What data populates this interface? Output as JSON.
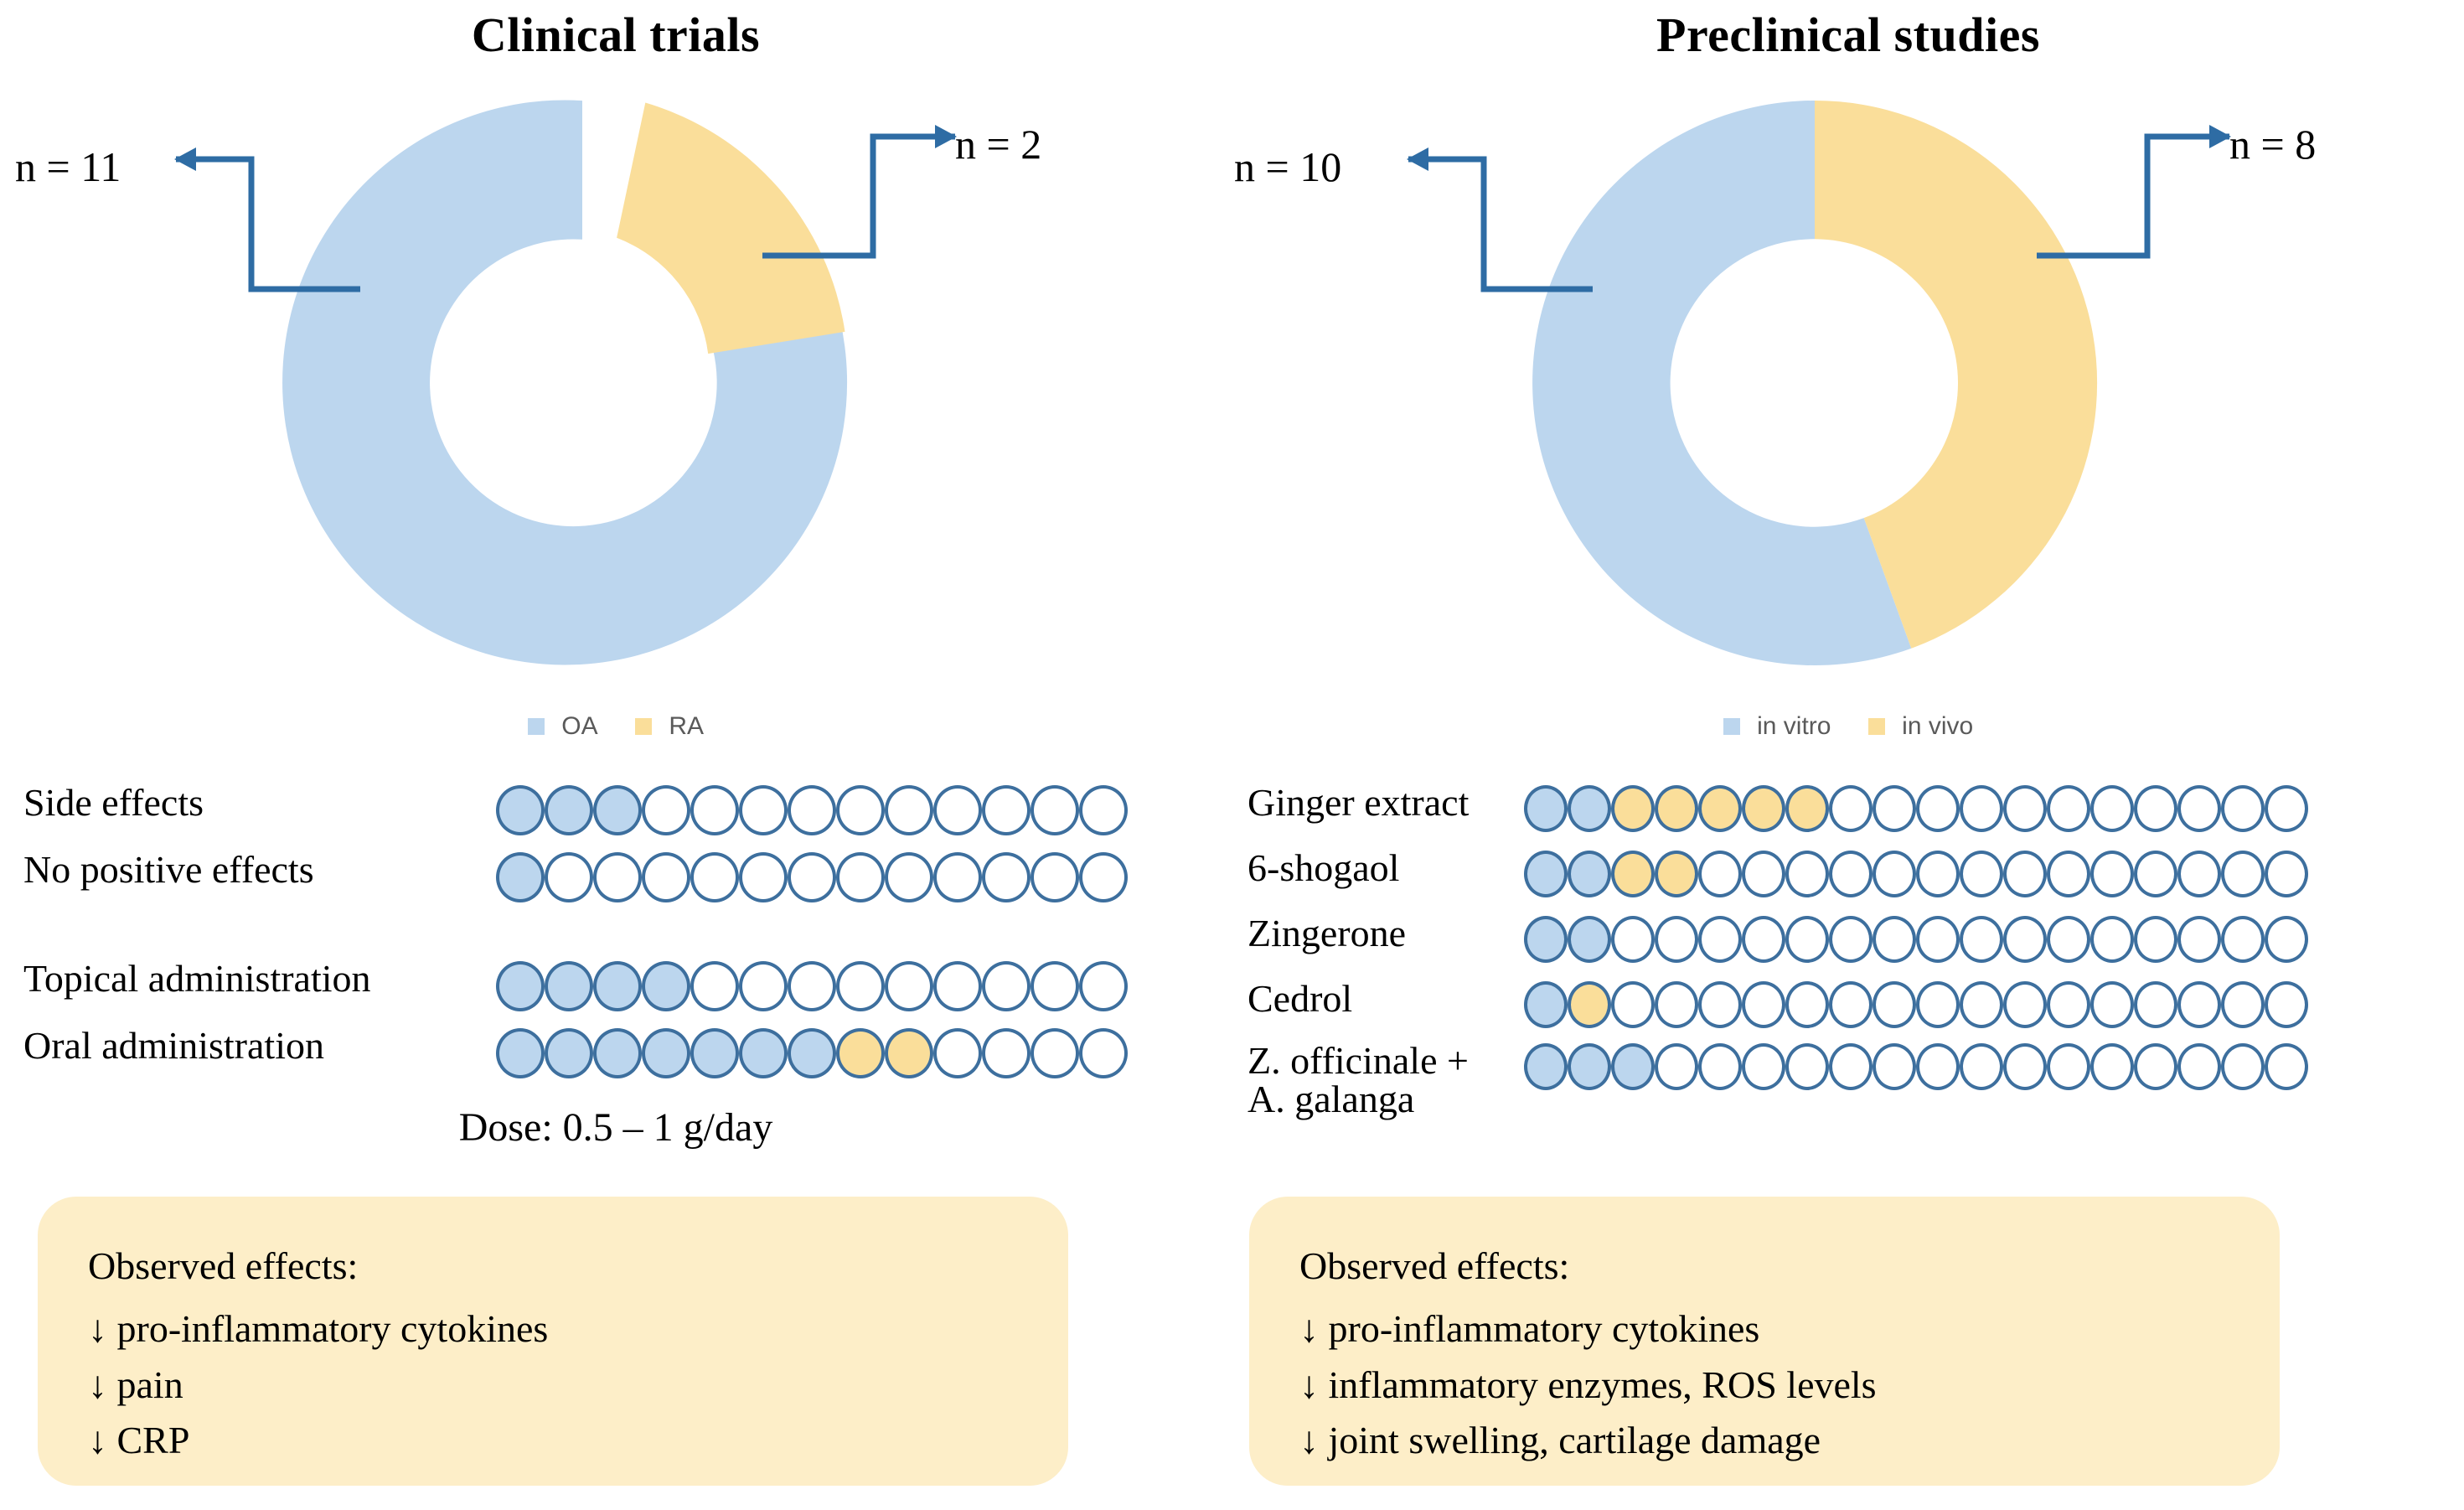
{
  "colors": {
    "blue_fill": "#bcd6ee",
    "yellow_fill": "#fade9a",
    "dot_stroke": "#3d6f9e",
    "arrow": "#2e6ca4",
    "box_bg": "#fdeec8",
    "legend_text": "#5a5a5a"
  },
  "panels": [
    {
      "id": "clinical",
      "title": "Clinical trials",
      "donut": {
        "callout_left": "n = 11",
        "callout_right": "n = 2",
        "legend": [
          {
            "label": "OA",
            "color": "#bcd6ee"
          },
          {
            "label": "RA",
            "color": "#fade9a"
          }
        ]
      },
      "rows": [
        {
          "label": "Side effects",
          "total": 13,
          "fills": [
            "blue",
            "blue",
            "blue",
            "none",
            "none",
            "none",
            "none",
            "none",
            "none",
            "none",
            "none",
            "none",
            "none"
          ]
        },
        {
          "label": "No positive effects",
          "total": 13,
          "fills": [
            "blue",
            "none",
            "none",
            "none",
            "none",
            "none",
            "none",
            "none",
            "none",
            "none",
            "none",
            "none",
            "none"
          ]
        },
        {
          "label": "Topical administration",
          "total": 13,
          "fills": [
            "blue",
            "blue",
            "blue",
            "blue",
            "none",
            "none",
            "none",
            "none",
            "none",
            "none",
            "none",
            "none",
            "none"
          ]
        },
        {
          "label": "Oral administration",
          "total": 13,
          "fills": [
            "blue",
            "blue",
            "blue",
            "blue",
            "blue",
            "blue",
            "blue",
            "yellow",
            "yellow",
            "none",
            "none",
            "none",
            "none"
          ]
        }
      ],
      "dose": "Dose: 0.5 – 1 g/day",
      "effects": {
        "title": "Observed effects:",
        "lines": [
          "↓ pro-inflammatory  cytokines",
          "↓ pain",
          "↓ CRP"
        ]
      }
    },
    {
      "id": "preclinical",
      "title": "Preclinical studies",
      "donut": {
        "callout_left": "n = 10",
        "callout_right": "n = 8",
        "legend": [
          {
            "label": "in vitro",
            "color": "#bcd6ee"
          },
          {
            "label": "in vivo",
            "color": "#fade9a"
          }
        ]
      },
      "rows": [
        {
          "label": "Ginger extract",
          "total": 18,
          "fills": [
            "blue",
            "blue",
            "yellow",
            "yellow",
            "yellow",
            "yellow",
            "yellow",
            "none",
            "none",
            "none",
            "none",
            "none",
            "none",
            "none",
            "none",
            "none",
            "none",
            "none"
          ]
        },
        {
          "label": "6-shogaol",
          "total": 18,
          "fills": [
            "blue",
            "blue",
            "yellow",
            "yellow",
            "none",
            "none",
            "none",
            "none",
            "none",
            "none",
            "none",
            "none",
            "none",
            "none",
            "none",
            "none",
            "none",
            "none"
          ]
        },
        {
          "label": "Zingerone",
          "total": 18,
          "fills": [
            "blue",
            "blue",
            "none",
            "none",
            "none",
            "none",
            "none",
            "none",
            "none",
            "none",
            "none",
            "none",
            "none",
            "none",
            "none",
            "none",
            "none",
            "none"
          ]
        },
        {
          "label": "Cedrol",
          "total": 18,
          "fills": [
            "blue",
            "yellow",
            "none",
            "none",
            "none",
            "none",
            "none",
            "none",
            "none",
            "none",
            "none",
            "none",
            "none",
            "none",
            "none",
            "none",
            "none",
            "none"
          ]
        },
        {
          "label": "Z. officinale +\nA. galanga",
          "total": 18,
          "fills": [
            "blue",
            "blue",
            "blue",
            "none",
            "none",
            "none",
            "none",
            "none",
            "none",
            "none",
            "none",
            "none",
            "none",
            "none",
            "none",
            "none",
            "none",
            "none"
          ]
        }
      ],
      "effects": {
        "title": "Observed effects:",
        "lines": [
          "↓ pro-inflammatory  cytokines",
          "↓ inflammatory  enzymes,  ROS levels",
          "↓ joint swelling, cartilage damage"
        ]
      }
    }
  ],
  "chart_data": [
    {
      "type": "pie",
      "title": "Clinical trials",
      "labels": [
        "OA",
        "RA"
      ],
      "values": [
        11,
        2
      ],
      "annotations": [
        "n = 11",
        "n = 2"
      ],
      "legend_position": "bottom",
      "donut": true
    },
    {
      "type": "pie",
      "title": "Preclinical studies",
      "labels": [
        "in vitro",
        "in vivo"
      ],
      "values": [
        10,
        8
      ],
      "annotations": [
        "n = 10",
        "n = 8"
      ],
      "legend_position": "bottom",
      "donut": true
    },
    {
      "type": "bar",
      "title": "Clinical trials – study counts (dot matrix, out of 13)",
      "categories": [
        "Side effects",
        "No positive effects",
        "Topical administration",
        "Oral administration"
      ],
      "series": [
        {
          "name": "OA",
          "values": [
            3,
            1,
            4,
            7
          ]
        },
        {
          "name": "RA",
          "values": [
            0,
            0,
            0,
            2
          ]
        }
      ],
      "ylim": [
        0,
        13
      ]
    },
    {
      "type": "bar",
      "title": "Preclinical studies – study counts (dot matrix, out of 18)",
      "categories": [
        "Ginger extract",
        "6-shogaol",
        "Zingerone",
        "Cedrol",
        "Z. officinale + A. galanga"
      ],
      "series": [
        {
          "name": "in vitro",
          "values": [
            2,
            2,
            2,
            1,
            3
          ]
        },
        {
          "name": "in vivo",
          "values": [
            5,
            2,
            0,
            1,
            0
          ]
        }
      ],
      "ylim": [
        0,
        18
      ]
    }
  ]
}
